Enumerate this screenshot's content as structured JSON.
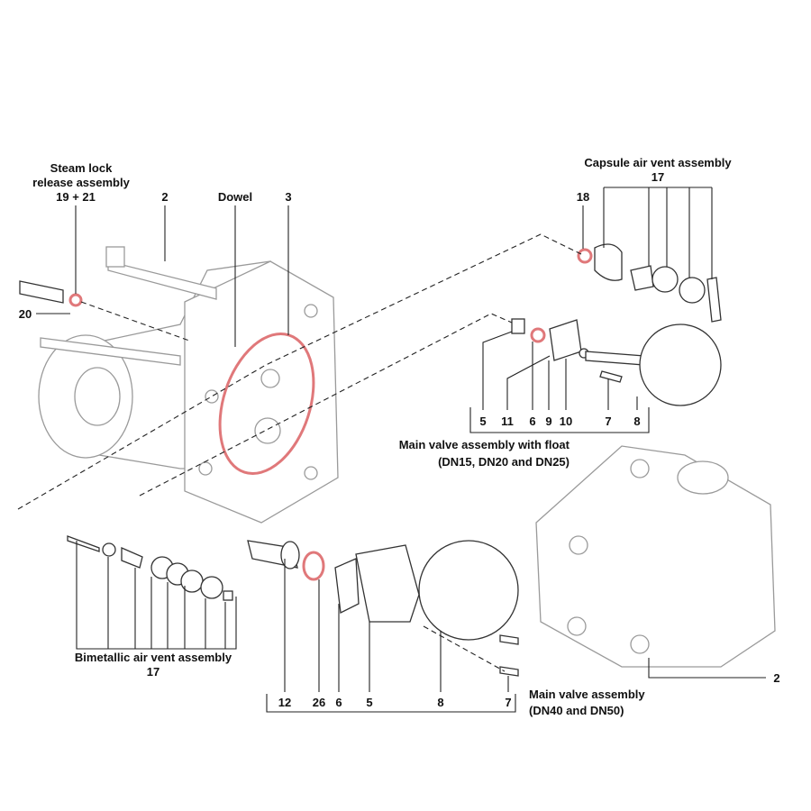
{
  "colors": {
    "gasket": "#e0787a",
    "body_outline": "#9a9a9a",
    "ink": "#111111"
  },
  "labels": {
    "steam_lock": [
      "Steam lock",
      "release assembly",
      "19 + 21"
    ],
    "part_2_top": "2",
    "dowel": "Dowel",
    "part_3": "3",
    "part_20": "20",
    "capsule": [
      "Capsule air vent assembly",
      "17"
    ],
    "part_18": "18",
    "float_assembly_numbers": [
      "5",
      "11",
      "6",
      "9",
      "10",
      "7",
      "8"
    ],
    "float_assembly_title": [
      "Main valve assembly with float",
      "(DN15, DN20 and DN25)"
    ],
    "bimetallic": [
      "Bimetallic air vent assembly",
      "17"
    ],
    "main_assembly_numbers": [
      "12",
      "26",
      "6",
      "5",
      "8",
      "7"
    ],
    "main_assembly_title": [
      "Main valve assembly",
      "(DN40 and DN50)"
    ],
    "part_2_right": "2"
  }
}
